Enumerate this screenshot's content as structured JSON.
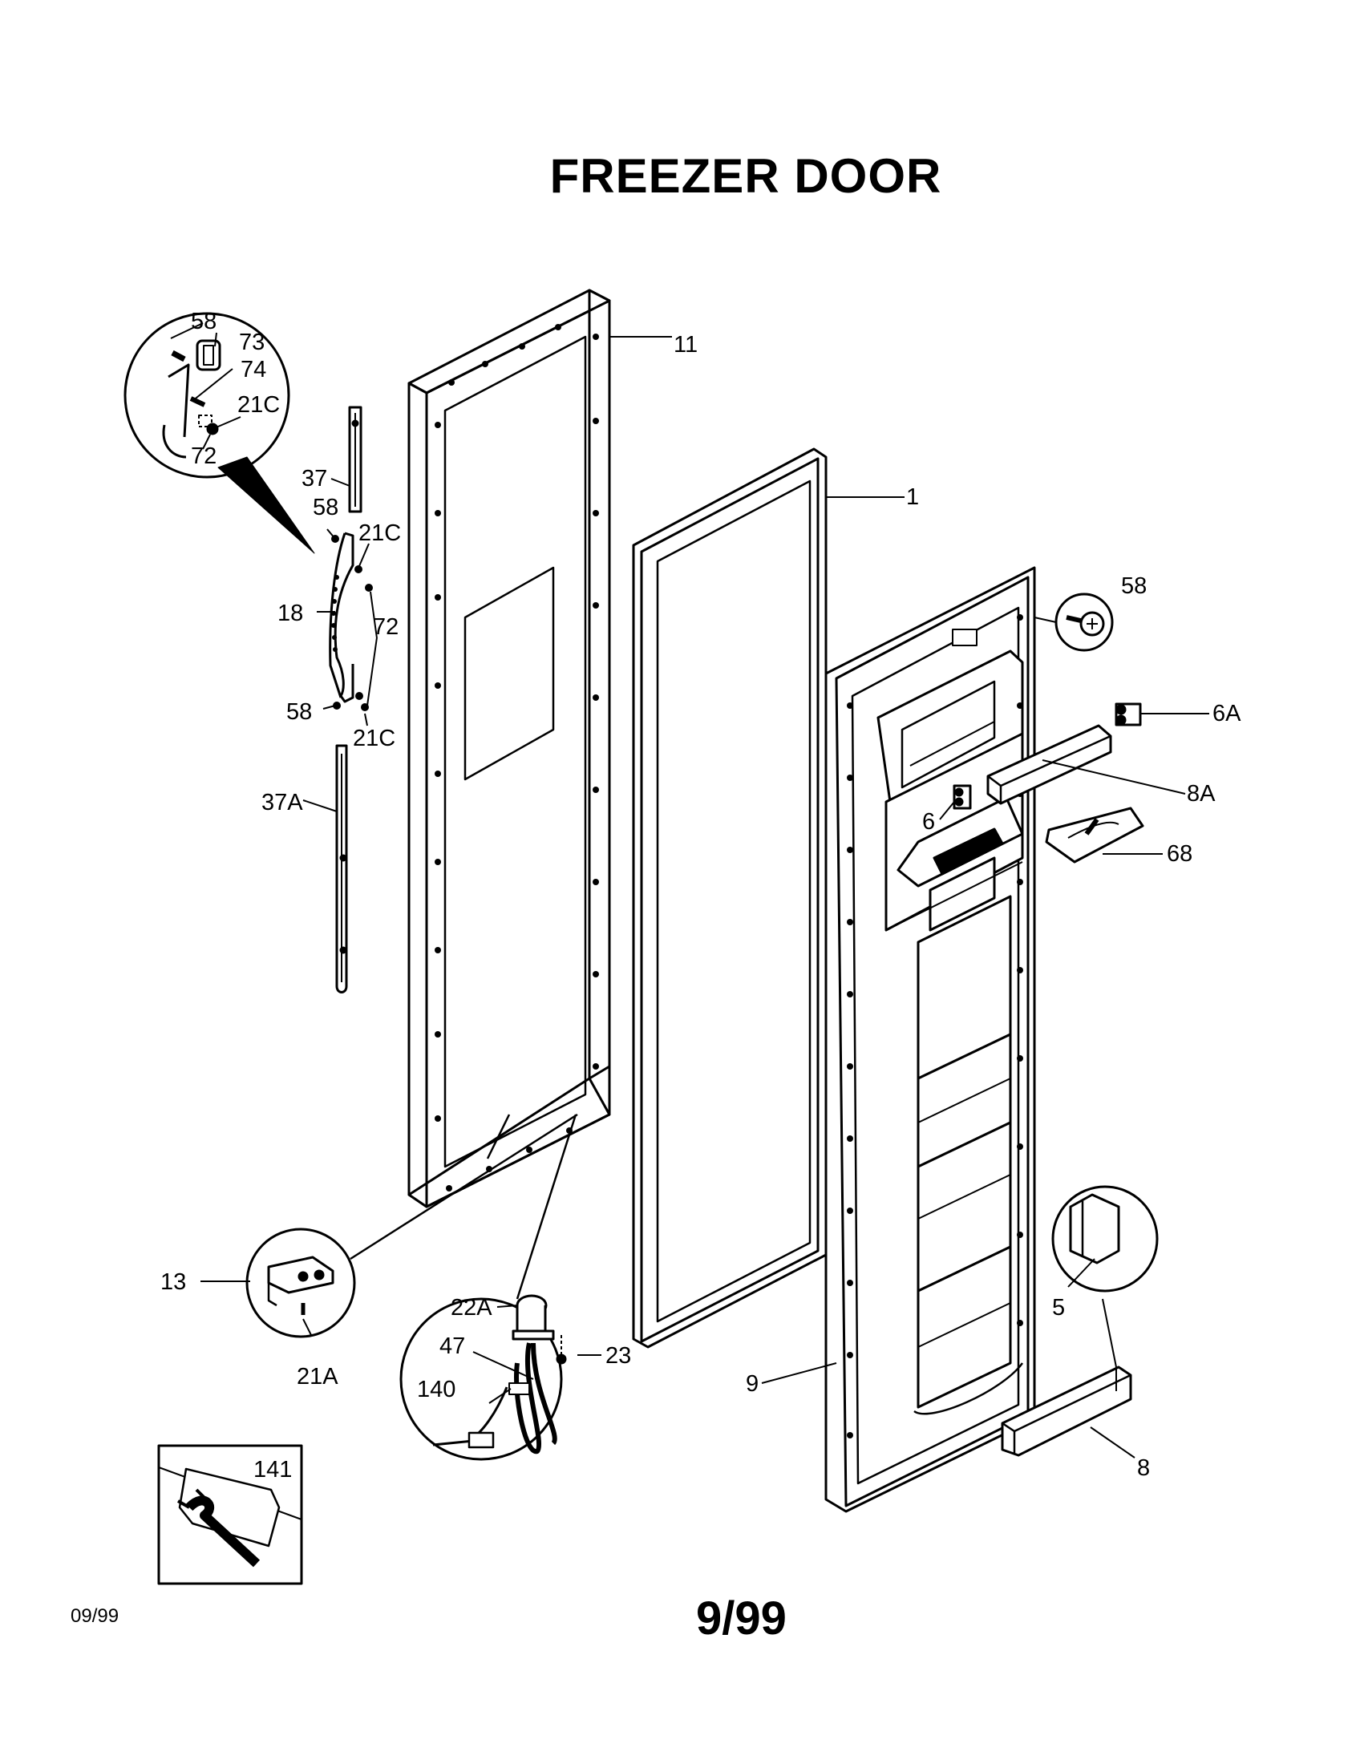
{
  "title": "FREEZER DOOR",
  "footer": {
    "date_left": "09/99",
    "date_center": "9/99"
  },
  "callouts": {
    "c58a": "58",
    "c73": "73",
    "c74": "74",
    "c21ca": "21C",
    "c72a": "72",
    "c11": "11",
    "c1": "1",
    "c37": "37",
    "c58b": "58",
    "c21cb": "21C",
    "c18": "18",
    "c72b": "72",
    "c58c": "58",
    "c21cc": "21C",
    "c37a": "37A",
    "c58d": "58",
    "c6a": "6A",
    "c8a": "8A",
    "c6": "6",
    "c68": "68",
    "c13": "13",
    "c21a": "21A",
    "c22a": "22A",
    "c47": "47",
    "c23": "23",
    "c140": "140",
    "c9": "9",
    "c5": "5",
    "c8": "8",
    "c141": "141"
  }
}
